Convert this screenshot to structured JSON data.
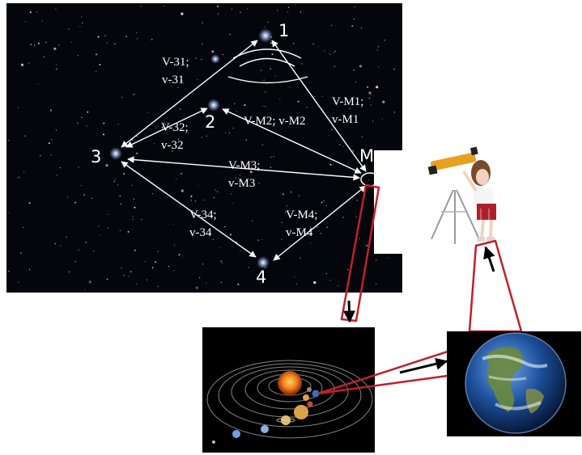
{
  "stars": {
    "s1": "1",
    "s2": "2",
    "s3": "3",
    "s4": "4",
    "m": "M"
  },
  "links": {
    "v31": [
      "V-31;",
      "v-31"
    ],
    "v32": [
      "V-32;",
      "v-32"
    ],
    "vm2": "V-M2; v-M2",
    "vm1": [
      "V-M1;",
      "v-M1"
    ],
    "vm3": [
      "V-M3;",
      "v-M3"
    ],
    "v34": [
      "V-34;",
      "v-34"
    ],
    "vm4": [
      "V-M4;",
      "v-M4"
    ]
  },
  "icons": {
    "observer": "girl-with-telescope-icon",
    "solar_system": "solar-system-icon",
    "earth": "earth-globe-icon"
  },
  "colors": {
    "space": "#05050c",
    "arrow": "#ffffff",
    "pointer_box": "#c0202a",
    "sun": "#f07a1a",
    "ocean": "#1d4f9a"
  }
}
